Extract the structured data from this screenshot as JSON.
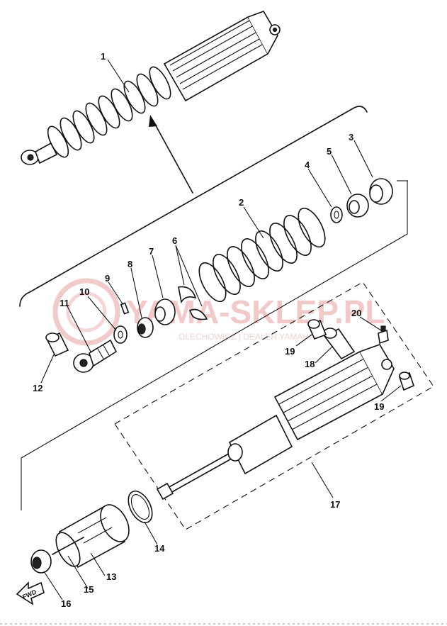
{
  "diagram": {
    "callouts": {
      "c1": "1",
      "c2": "2",
      "c3": "3",
      "c4": "4",
      "c5": "5",
      "c6": "6",
      "c7": "7",
      "c8": "8",
      "c9": "9",
      "c10": "10",
      "c11": "11",
      "c12": "12",
      "c13": "13",
      "c14": "14",
      "c15": "15",
      "c16": "16",
      "c17": "17",
      "c18": "18",
      "c19a": "19",
      "c19b": "19",
      "c20": "20"
    },
    "fwd_label": "FWD",
    "watermark": {
      "main": "YAMA-SKLEP.PL",
      "sub": "OLECHOWICZ | DEALER YAMAHA"
    }
  }
}
